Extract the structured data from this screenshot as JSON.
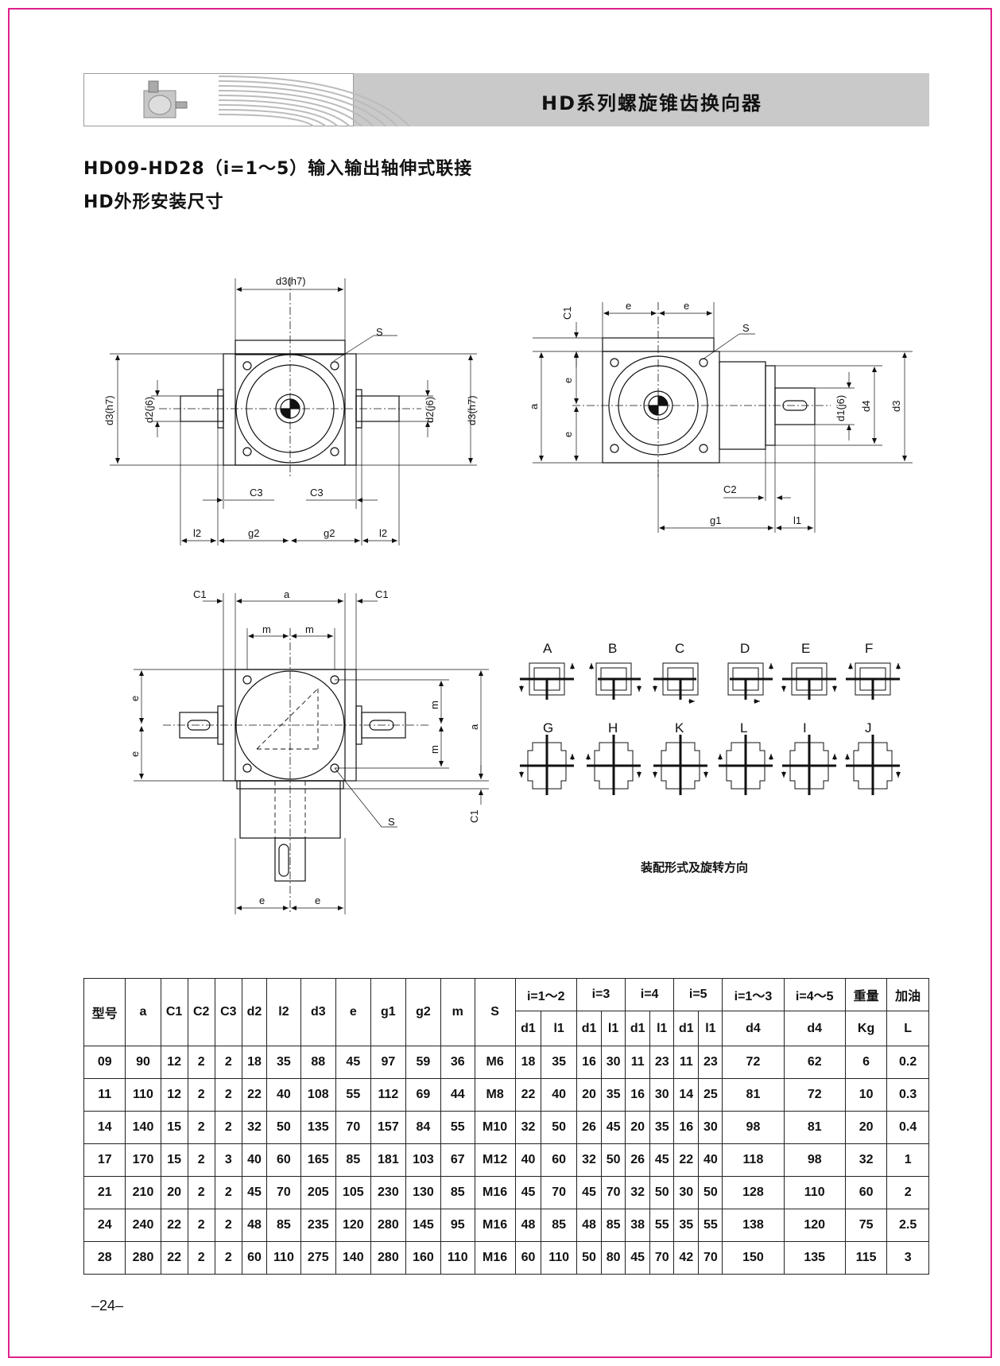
{
  "banner": {
    "title": "HD系列螺旋锥齿换向器"
  },
  "headings": {
    "line1": "HD09-HD28（i=1～5）输入输出轴伸式联接",
    "line2": "HD外形安装尺寸"
  },
  "view1_labels": {
    "d3h7_top": "d3(h7)",
    "s": "S",
    "d3h7_left": "d3(h7)",
    "d2j6_left": "d2(j6)",
    "d2j6_right": "d2(j6)",
    "d3h7_right": "d3(h7)",
    "c3_left": "C3",
    "c3_right": "C3",
    "l2_left": "l2",
    "g2_left": "g2",
    "g2_right": "g2",
    "l2_right": "l2"
  },
  "view2_labels": {
    "c1": "C1",
    "e_top_left": "e",
    "e_top_right": "e",
    "s": "S",
    "a": "a",
    "e_left_top": "e",
    "e_left_bottom": "e",
    "d1j6": "d1(j6)",
    "d4": "d4",
    "d3": "d3",
    "c2": "C2",
    "g1": "g1",
    "l1": "l1"
  },
  "view3_labels": {
    "c1_left": "C1",
    "a_top": "a",
    "c1_right": "C1",
    "m_left": "m",
    "m_right": "m",
    "e_left_top": "e",
    "e_left_bottom": "e",
    "m_right_top": "m",
    "m_right_bottom": "m",
    "a_right": "a",
    "c1_bottom": "C1",
    "s": "S",
    "e_bottom_left": "e",
    "e_bottom_right": "e"
  },
  "assembly": {
    "row1": [
      "A",
      "B",
      "C",
      "D",
      "E",
      "F"
    ],
    "row2": [
      "G",
      "H",
      "K",
      "L",
      "I",
      "J"
    ],
    "caption": "装配形式及旋转方向"
  },
  "table": {
    "header_top": [
      "型号",
      "a",
      "C1",
      "C2",
      "C3",
      "d2",
      "l2",
      "d3",
      "e",
      "g1",
      "g2",
      "m",
      "S",
      "i=1～2",
      "i=3",
      "i=4",
      "i=5",
      "i=1～3",
      "i=4～5",
      "重量",
      "加油"
    ],
    "header_sub": [
      "d1",
      "l1",
      "d1",
      "l1",
      "d1",
      "l1",
      "d1",
      "l1",
      "d4",
      "d4",
      "Kg",
      "L"
    ],
    "rows": [
      [
        "09",
        "90",
        "12",
        "2",
        "2",
        "18",
        "35",
        "88",
        "45",
        "97",
        "59",
        "36",
        "M6",
        "18",
        "35",
        "16",
        "30",
        "11",
        "23",
        "11",
        "23",
        "72",
        "62",
        "6",
        "0.2"
      ],
      [
        "11",
        "110",
        "12",
        "2",
        "2",
        "22",
        "40",
        "108",
        "55",
        "112",
        "69",
        "44",
        "M8",
        "22",
        "40",
        "20",
        "35",
        "16",
        "30",
        "14",
        "25",
        "81",
        "72",
        "10",
        "0.3"
      ],
      [
        "14",
        "140",
        "15",
        "2",
        "2",
        "32",
        "50",
        "135",
        "70",
        "157",
        "84",
        "55",
        "M10",
        "32",
        "50",
        "26",
        "45",
        "20",
        "35",
        "16",
        "30",
        "98",
        "81",
        "20",
        "0.4"
      ],
      [
        "17",
        "170",
        "15",
        "2",
        "3",
        "40",
        "60",
        "165",
        "85",
        "181",
        "103",
        "67",
        "M12",
        "40",
        "60",
        "32",
        "50",
        "26",
        "45",
        "22",
        "40",
        "118",
        "98",
        "32",
        "1"
      ],
      [
        "21",
        "210",
        "20",
        "2",
        "2",
        "45",
        "70",
        "205",
        "105",
        "230",
        "130",
        "85",
        "M16",
        "45",
        "70",
        "45",
        "70",
        "32",
        "50",
        "30",
        "50",
        "128",
        "110",
        "60",
        "2"
      ],
      [
        "24",
        "240",
        "22",
        "2",
        "2",
        "48",
        "85",
        "235",
        "120",
        "280",
        "145",
        "95",
        "M16",
        "48",
        "85",
        "48",
        "85",
        "38",
        "55",
        "35",
        "55",
        "138",
        "120",
        "75",
        "2.5"
      ],
      [
        "28",
        "280",
        "22",
        "2",
        "2",
        "60",
        "110",
        "275",
        "140",
        "280",
        "160",
        "110",
        "M16",
        "60",
        "110",
        "50",
        "80",
        "45",
        "70",
        "42",
        "70",
        "150",
        "135",
        "115",
        "3"
      ]
    ]
  },
  "page_number": "–24–"
}
